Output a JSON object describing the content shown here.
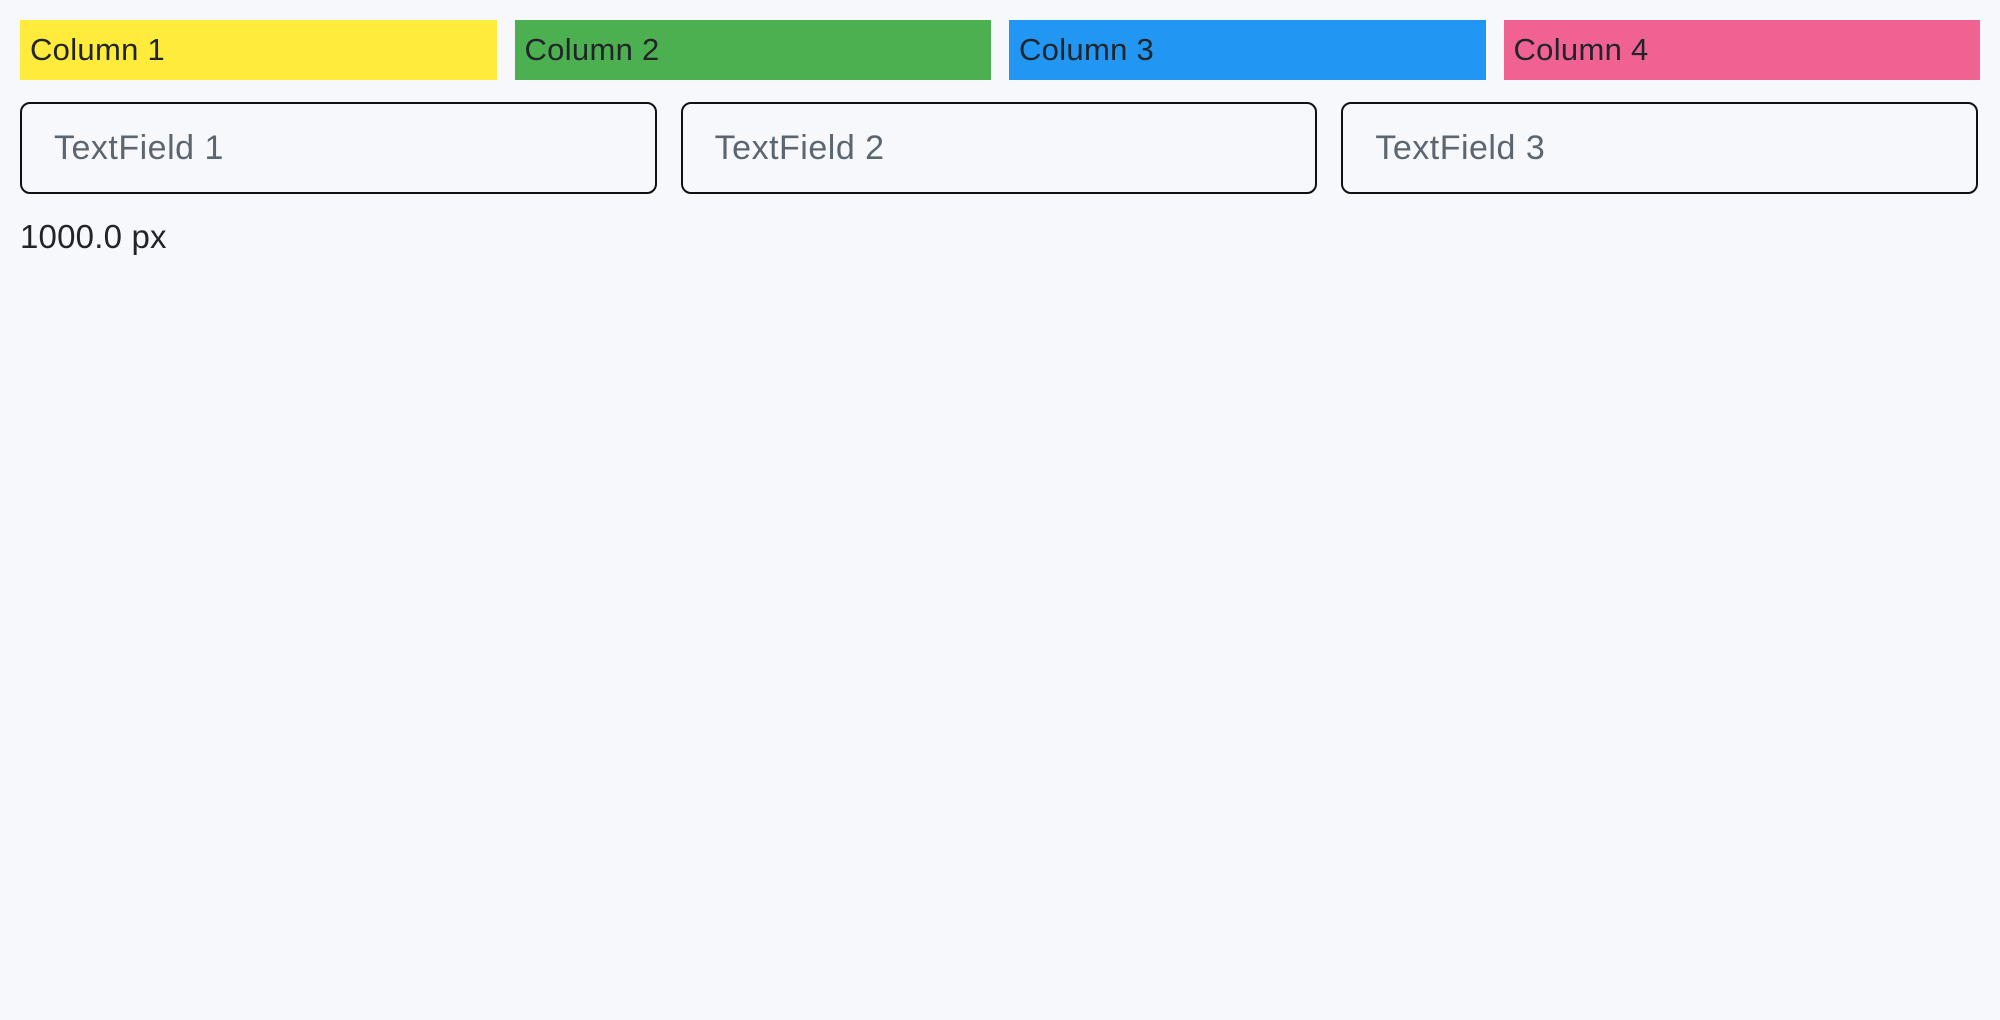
{
  "page": {
    "background": "#F7F8FC"
  },
  "columns": [
    {
      "label": "Column 1",
      "color": "#FFEB3B"
    },
    {
      "label": "Column 2",
      "color": "#4CAF50"
    },
    {
      "label": "Column 3",
      "color": "#2196F3"
    },
    {
      "label": "Column 4",
      "color": "#F06292"
    }
  ],
  "text_fields": [
    {
      "placeholder": "TextField 1",
      "value": ""
    },
    {
      "placeholder": "TextField 2",
      "value": ""
    },
    {
      "placeholder": "TextField 3",
      "value": ""
    }
  ],
  "size_label": "1000.0 px"
}
